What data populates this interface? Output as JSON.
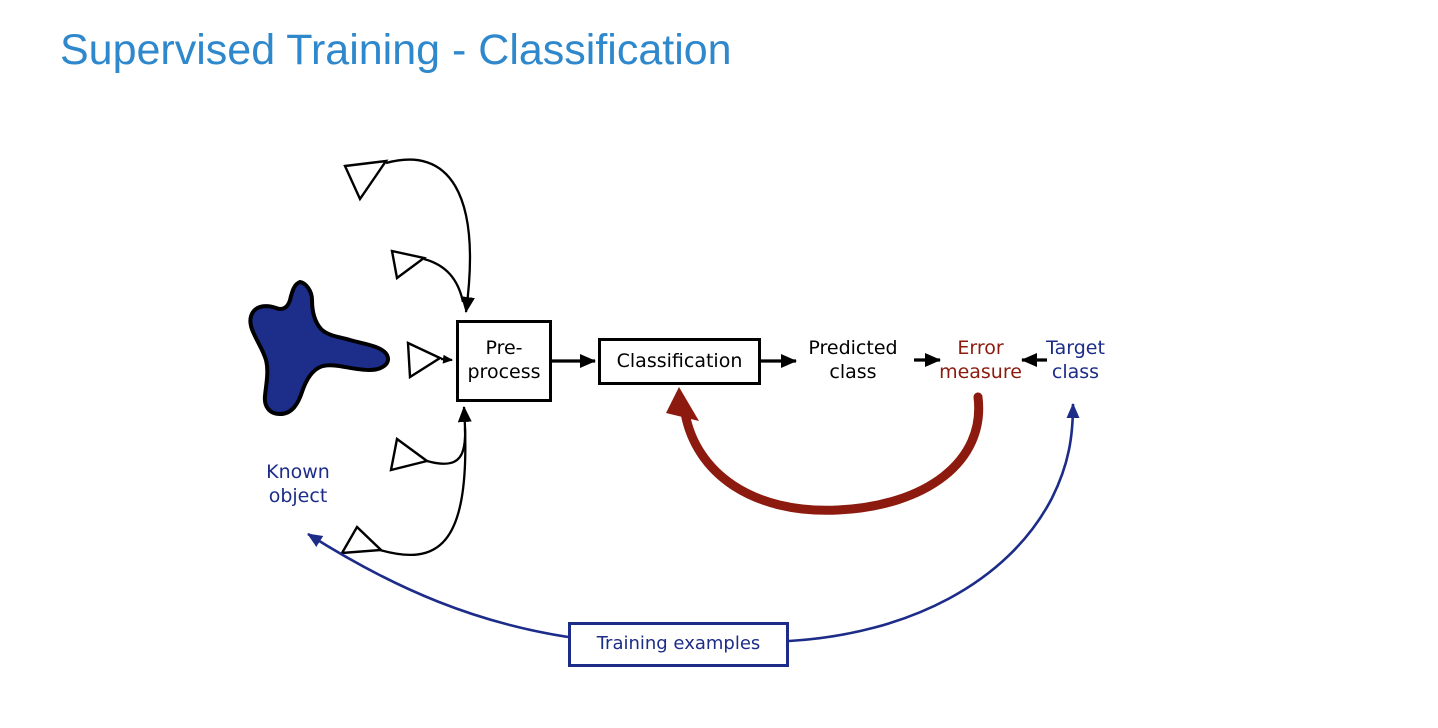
{
  "slide": {
    "title": "Supervised Training - Classification"
  },
  "colors": {
    "title_blue": "#2f88cc",
    "navy": "#1c2c88",
    "dark_red": "#8c1a0e",
    "black": "#000000",
    "blob_fill": "#1c2d8a",
    "background": "#ffffff"
  },
  "diagram": {
    "known_object_label": "Known\nobject",
    "preprocess_label": "Pre-\nprocess",
    "classification_label": "Classification",
    "predicted_class_label": "Predicted\nclass",
    "error_measure_label": "Error\nmeasure",
    "target_class_label": "Target\nclass",
    "training_examples_label": "Training examples"
  }
}
